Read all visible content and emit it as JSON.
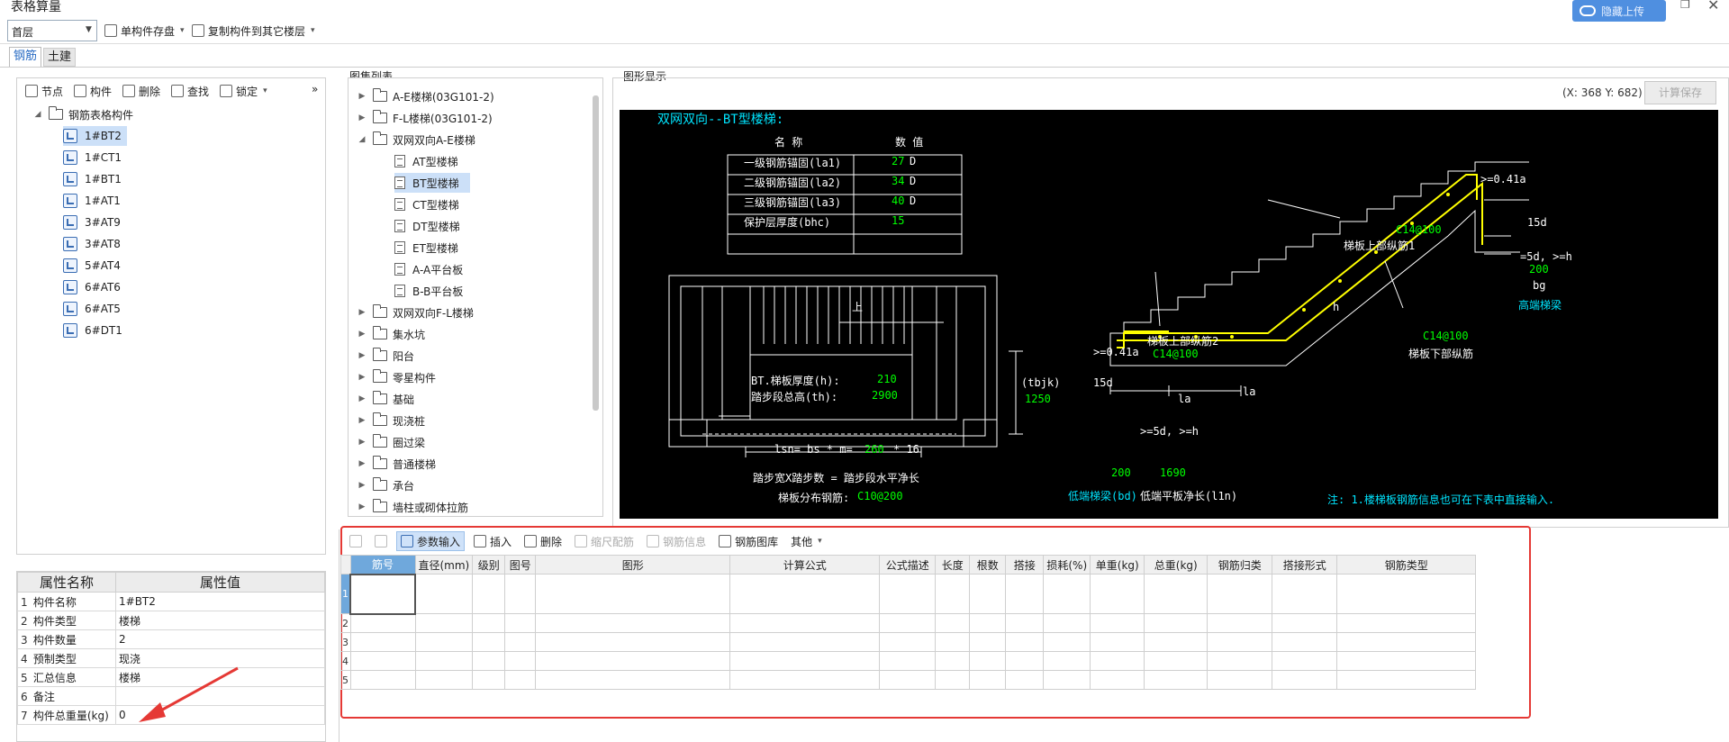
{
  "window": {
    "title": "表格算量",
    "share_button": "隐藏上传"
  },
  "toolbar1": {
    "floor_value": "首层",
    "save_label": "单构件存盘",
    "copy_label": "复制构件到其它楼层"
  },
  "tabs": [
    {
      "label": "钢筋"
    },
    {
      "label": "土建"
    }
  ],
  "left_toolbar": {
    "node": "节点",
    "component": "构件",
    "delete": "删除",
    "find": "查找",
    "lock": "锁定",
    "more": "»"
  },
  "tree": {
    "root": "钢筋表格构件",
    "items": [
      "1#BT2",
      "1#CT1",
      "1#BT1",
      "1#AT1",
      "3#AT9",
      "3#AT8",
      "5#AT4",
      "6#AT6",
      "6#AT5",
      "6#DT1"
    ]
  },
  "atlas": {
    "title": "图集列表",
    "items": [
      {
        "label": "A-E楼梯(03G101-2)",
        "level": 0,
        "expanded": false
      },
      {
        "label": "F-L楼梯(03G101-2)",
        "level": 0,
        "expanded": false
      },
      {
        "label": "双网双向A-E楼梯",
        "level": 0,
        "expanded": true
      },
      {
        "label": "AT型楼梯",
        "level": 1
      },
      {
        "label": "BT型楼梯",
        "level": 1,
        "selected": true
      },
      {
        "label": "CT型楼梯",
        "level": 1
      },
      {
        "label": "DT型楼梯",
        "level": 1
      },
      {
        "label": "ET型楼梯",
        "level": 1
      },
      {
        "label": "A-A平台板",
        "level": 1
      },
      {
        "label": "B-B平台板",
        "level": 1
      },
      {
        "label": "双网双向F-L楼梯",
        "level": 0,
        "expanded": false
      },
      {
        "label": "集水坑",
        "level": 0,
        "expanded": false
      },
      {
        "label": "阳台",
        "level": 0,
        "expanded": false
      },
      {
        "label": "零星构件",
        "level": 0,
        "expanded": false
      },
      {
        "label": "基础",
        "level": 0,
        "expanded": false
      },
      {
        "label": "现浇桩",
        "level": 0,
        "expanded": false
      },
      {
        "label": "圈过梁",
        "level": 0,
        "expanded": false
      },
      {
        "label": "普通楼梯",
        "level": 0,
        "expanded": false
      },
      {
        "label": "承台",
        "level": 0,
        "expanded": false
      },
      {
        "label": "墙柱或砌体拉筋",
        "level": 0,
        "expanded": false
      }
    ]
  },
  "graphic": {
    "title": "图形显示",
    "coords": "(X: 368 Y: 682)",
    "calc_save": "计算保存",
    "cad": {
      "heading": "双网双向--BT型楼梯:",
      "table_head": [
        "名 称",
        "数 值"
      ],
      "table_rows": [
        {
          "name": "一级钢筋锚固(la1)",
          "value": "27",
          "unit": "D"
        },
        {
          "name": "二级钢筋锚固(la2)",
          "value": "34",
          "unit": "D"
        },
        {
          "name": "三级钢筋锚固(la3)",
          "value": "40",
          "unit": "D"
        },
        {
          "name": "保护层厚度(bhc)",
          "value": "15",
          "unit": ""
        }
      ],
      "plan_h_label": "BT.梯板厚度(h):",
      "plan_h_value": "210",
      "plan_th_label": "踏步段总高(th):",
      "plan_th_value": "2900",
      "lsn_label": "lsn= bs * m=",
      "lsn_value": "260",
      "lsn_m": "* 16",
      "formula": "踏步宽X踏步数 = 踏步段水平净长",
      "dist_label": "梯板分布钢筋:",
      "dist_value": "C10@200",
      "tbjk_label": "(tbjk)",
      "tbjk_value": "1250",
      "up_mark": "上",
      "ann_041la_top": ">=0.41a",
      "ann_c14_top": "C14@100",
      "ann_upper_long": "梯板上部纵筋1",
      "ann_15d_r": "15d",
      "ann_5dh_r": "=5d, >=h",
      "ann_200_r": "200",
      "ann_bg": "bg",
      "ann_high_beam": "高端梯梁",
      "ann_c14_lower": "C14@100",
      "ann_lower_long": "梯板下部纵筋",
      "ann_upper2": "梯板上部纵筋2",
      "ann_041la_left": ">=0.41a",
      "ann_c14_left": "C14@100",
      "ann_15d_l": "15d",
      "ann_h": "h",
      "ann_la1": "la",
      "ann_la2": "la",
      "ann_5dh_l": ">=5d, >=h",
      "ann_200_l": "200",
      "ann_1690": "1690",
      "ann_low_beam": "低端梯梁(bd)",
      "ann_low_plate": "低端平板净长(l1n)",
      "note": "注: 1.楼梯板钢筋信息也可在下表中直接输入."
    }
  },
  "props": {
    "headers": [
      "属性名称",
      "属性值"
    ],
    "rows": [
      {
        "n": "1",
        "name": "构件名称",
        "value": "1#BT2"
      },
      {
        "n": "2",
        "name": "构件类型",
        "value": "楼梯"
      },
      {
        "n": "3",
        "name": "构件数量",
        "value": "2"
      },
      {
        "n": "4",
        "name": "预制类型",
        "value": "现浇"
      },
      {
        "n": "5",
        "name": "汇总信息",
        "value": "楼梯"
      },
      {
        "n": "6",
        "name": "备注",
        "value": ""
      },
      {
        "n": "7",
        "name": "构件总重量(kg)",
        "value": "0"
      }
    ]
  },
  "bottom_toolbar": {
    "param_input": "参数输入",
    "insert": "插入",
    "delete": "删除",
    "ruler": "缩尺配筋",
    "rebar_info": "钢筋信息",
    "rebar_lib": "钢筋图库",
    "other": "其他"
  },
  "rebar_table": {
    "headers": [
      "筋号",
      "直径(mm)",
      "级别",
      "图号",
      "图形",
      "计算公式",
      "公式描述",
      "长度",
      "根数",
      "搭接",
      "损耗(%)",
      "单重(kg)",
      "总重(kg)",
      "钢筋归类",
      "搭接形式",
      "钢筋类型"
    ],
    "row_numbers": [
      "1",
      "2",
      "3",
      "4",
      "5"
    ]
  },
  "colors": {
    "accent": "#6fa8dc",
    "highlight_box": "#e53935",
    "cad_bg": "#000000",
    "cad_yellow": "#ffff00",
    "cad_green": "#00ff00",
    "cad_cyan": "#00e5ff"
  }
}
